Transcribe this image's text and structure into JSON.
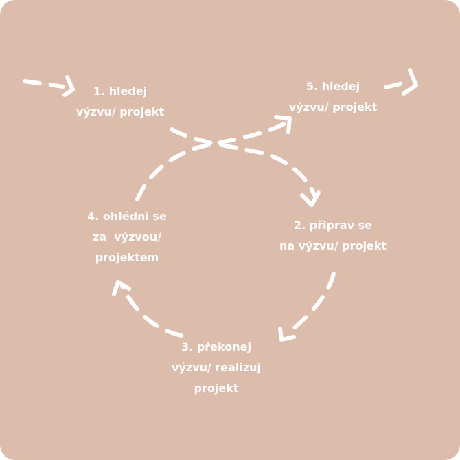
{
  "diagram": {
    "background_color": "#dcbcab",
    "line_color": "#ffffff",
    "steps": [
      {
        "label_line1": "1. hledej",
        "label_line2": "výzvu/ projekt"
      },
      {
        "label_line1": "2. připrav se",
        "label_line2": "na výzvu/ projekt"
      },
      {
        "label_line1": "3. překonej",
        "label_line2": "výzvu/ realizuj",
        "label_line3": "projekt"
      },
      {
        "label_line1": "4. ohlédni se",
        "label_line2": "za  výzvou/",
        "label_line3": "projektem"
      },
      {
        "label_line1": "5. hledej",
        "label_line2": "výzvu/ projekt"
      }
    ]
  }
}
